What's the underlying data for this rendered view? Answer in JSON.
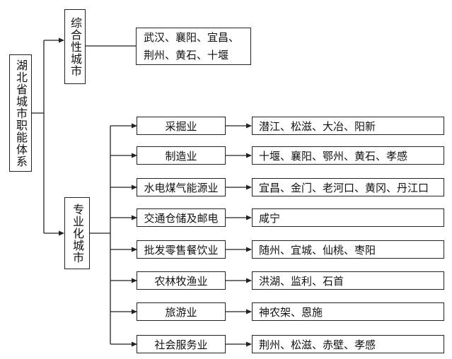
{
  "root": {
    "label": "湖北省城市职能体系"
  },
  "comprehensive": {
    "label": "综合性城市",
    "cities_line1": "武汉、襄阳、宜昌、",
    "cities_line2": "荆州、黄石、十堰"
  },
  "specialized": {
    "label": "专业化城市",
    "categories": [
      {
        "name": "采掘业",
        "cities": "潜江、松滋、大冶、阳新"
      },
      {
        "name": "制造业",
        "cities": "十堰、襄阳、鄂州、黄石、孝感"
      },
      {
        "name": "水电煤气能源业",
        "cities": "宜昌、金门、老河口、黄冈、丹江口"
      },
      {
        "name": "交通仓储及邮电",
        "cities": "咸宁"
      },
      {
        "name": "批发零售餐饮业",
        "cities": "随州、宜城、仙桃、枣阳"
      },
      {
        "name": "农林牧渔业",
        "cities": "洪湖、监利、石首"
      },
      {
        "name": "旅游业",
        "cities": "神农架、恩施"
      },
      {
        "name": "社会服务业",
        "cities": "荆州、松滋、赤壁、孝感"
      }
    ]
  }
}
